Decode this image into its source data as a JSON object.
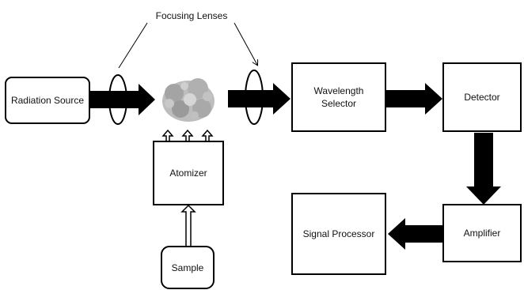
{
  "diagram": {
    "callout": {
      "text": "Focusing Lenses"
    },
    "nodes": {
      "radiation_source": "Radiation Source",
      "atomizer": "Atomizer",
      "sample": "Sample",
      "wavelength_selector_line1": "Wavelength",
      "wavelength_selector_line2": "Selector",
      "detector": "Detector",
      "amplifier": "Amplifier",
      "signal_processor": "Signal Processor"
    },
    "colors": {
      "stroke": "#000000",
      "fill": "#ffffff",
      "flame": "#a8a8a8"
    }
  }
}
